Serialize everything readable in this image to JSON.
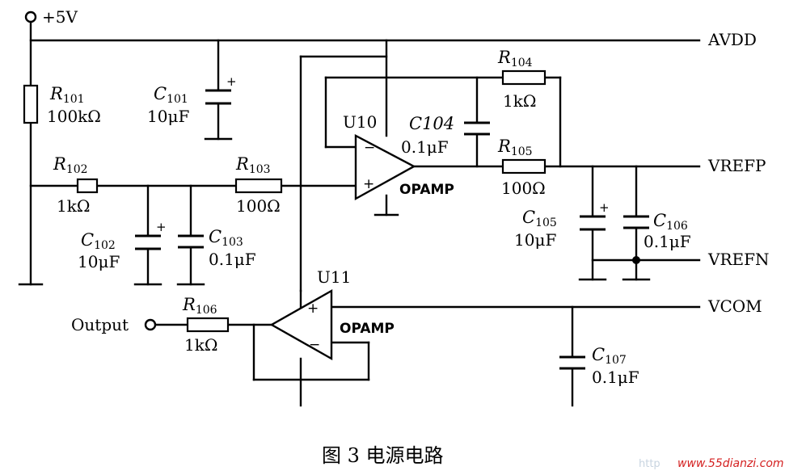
{
  "supply": {
    "label": "+5V"
  },
  "nets": {
    "avdd": "AVDD",
    "vrefp": "VREFP",
    "vrefn": "VREFN",
    "vcom": "VCOM"
  },
  "output": {
    "label": "Output"
  },
  "components": {
    "r101": {
      "ref": "R",
      "num": "101",
      "value": "100kΩ"
    },
    "c101": {
      "ref": "C",
      "num": "101",
      "value": "10μF"
    },
    "r102": {
      "ref": "R",
      "num": "102",
      "value": "1kΩ"
    },
    "c102": {
      "ref": "C",
      "num": "102",
      "value": "10μF"
    },
    "c103": {
      "ref": "C",
      "num": "103",
      "value": "0.1μF"
    },
    "r103": {
      "ref": "R",
      "num": "103",
      "value": "100Ω"
    },
    "u10": {
      "ref": "U10",
      "type": "OPAMP"
    },
    "c104": {
      "ref": "C104",
      "value": "0.1μF"
    },
    "r104": {
      "ref": "R",
      "num": "104",
      "value": "1kΩ"
    },
    "r105": {
      "ref": "R",
      "num": "105",
      "value": "100Ω"
    },
    "c105": {
      "ref": "C",
      "num": "105",
      "value": "10μF"
    },
    "c106": {
      "ref": "C",
      "num": "106",
      "value": "0.1μF"
    },
    "u11": {
      "ref": "U11",
      "type": "OPAMP"
    },
    "r106": {
      "ref": "R",
      "num": "106",
      "value": "1kΩ"
    },
    "c107": {
      "ref": "C",
      "num": "107",
      "value": "0.1μF"
    }
  },
  "symbols": {
    "plus": "+",
    "minus": "−"
  },
  "caption": "图 3 电源电路",
  "watermark": {
    "prefix": "http",
    "site": "www.55dianzi.com"
  }
}
